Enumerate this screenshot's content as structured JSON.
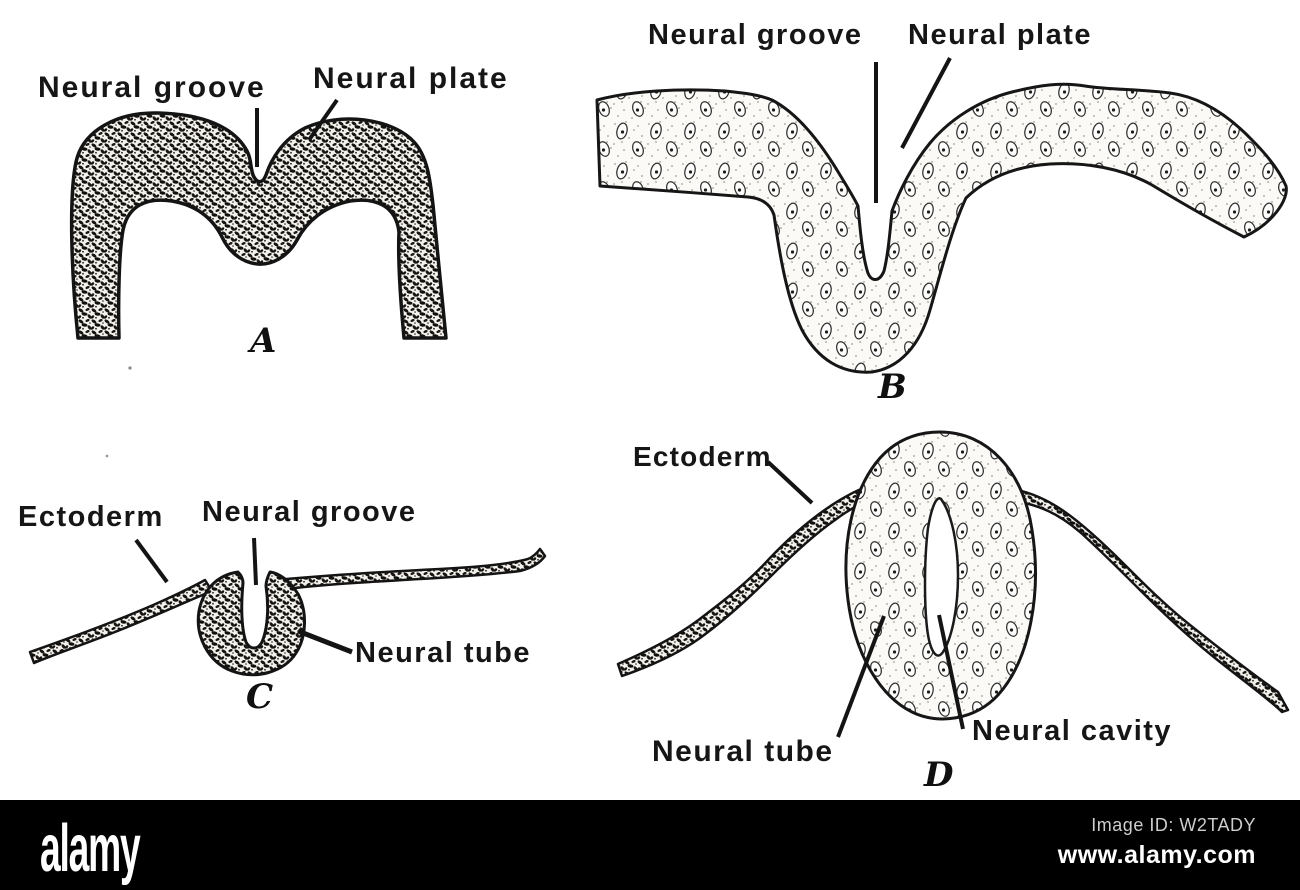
{
  "panels": {
    "a": {
      "letter": "A",
      "groove": "Neural groove",
      "plate": "Neural plate"
    },
    "b": {
      "letter": "B",
      "groove": "Neural groove",
      "plate": "Neural plate"
    },
    "c": {
      "letter": "C",
      "ectoderm": "Ectoderm",
      "groove": "Neural groove",
      "tube": "Neural tube"
    },
    "d": {
      "letter": "D",
      "ectoderm": "Ectoderm",
      "tube": "Neural tube",
      "cavity": "Neural cavity"
    }
  },
  "watermark": {
    "logo": "alamy",
    "image_id": "Image ID: W2TADY",
    "website": "www.alamy.com"
  },
  "colors": {
    "ink": "#141414",
    "paper": "#ffffff",
    "bar_bg": "#000000",
    "id_text": "#cdcdcd"
  }
}
